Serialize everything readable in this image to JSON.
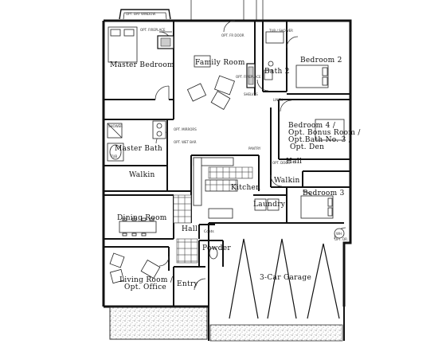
{
  "rooms": {
    "master_bedroom": "Master Bedroom",
    "family_room": "Family Room",
    "bath2": "Bath 2",
    "bedroom2": "Bedroom 2",
    "bedroom4_line1": "Bedroom 4 /",
    "bedroom4_line2": "Opt. Bonus Room /",
    "bedroom4_line3": "Opt.Bath No. 3 /",
    "bedroom4_line4": "Opt. Den",
    "master_bath": "Master Bath",
    "walkin_master": "Walkin",
    "kitchen": "Kitchen",
    "laundry": "Laundry",
    "hall_right": "Hall",
    "walkin_right": "Walkin",
    "bedroom3": "Bedroom 3",
    "dining_room": "Dining Room",
    "hall_left": "Hall",
    "coats": "Coats",
    "powder": "Powder",
    "garage": "3-Car Garage",
    "living_line1": "Living Room /",
    "living_line2": "Opt. Office",
    "entry": "Entry"
  },
  "notes": {
    "bay_window": "OPT. BAY WINDOW",
    "opt_fireplace_master": "OPT. FIREPLACE",
    "opt_fireplace_family": "OPT. FIREPLACE",
    "tub_shower": "TUB / SHOWER",
    "linen": "LINEN",
    "pantry": "PANTRY",
    "shelves": "SHELVES",
    "tub": "TUB",
    "shower": "SHOWER",
    "opt_mirrors": "OPT. MIRRORS",
    "opt_wet_bar": "OPT. WET BAR",
    "opt_door": "OPT. DOOR",
    "opt_fr_door": "OPT. FR DOOR",
    "wh": "WH",
    "opt_door_garage": "OPT. DR."
  }
}
